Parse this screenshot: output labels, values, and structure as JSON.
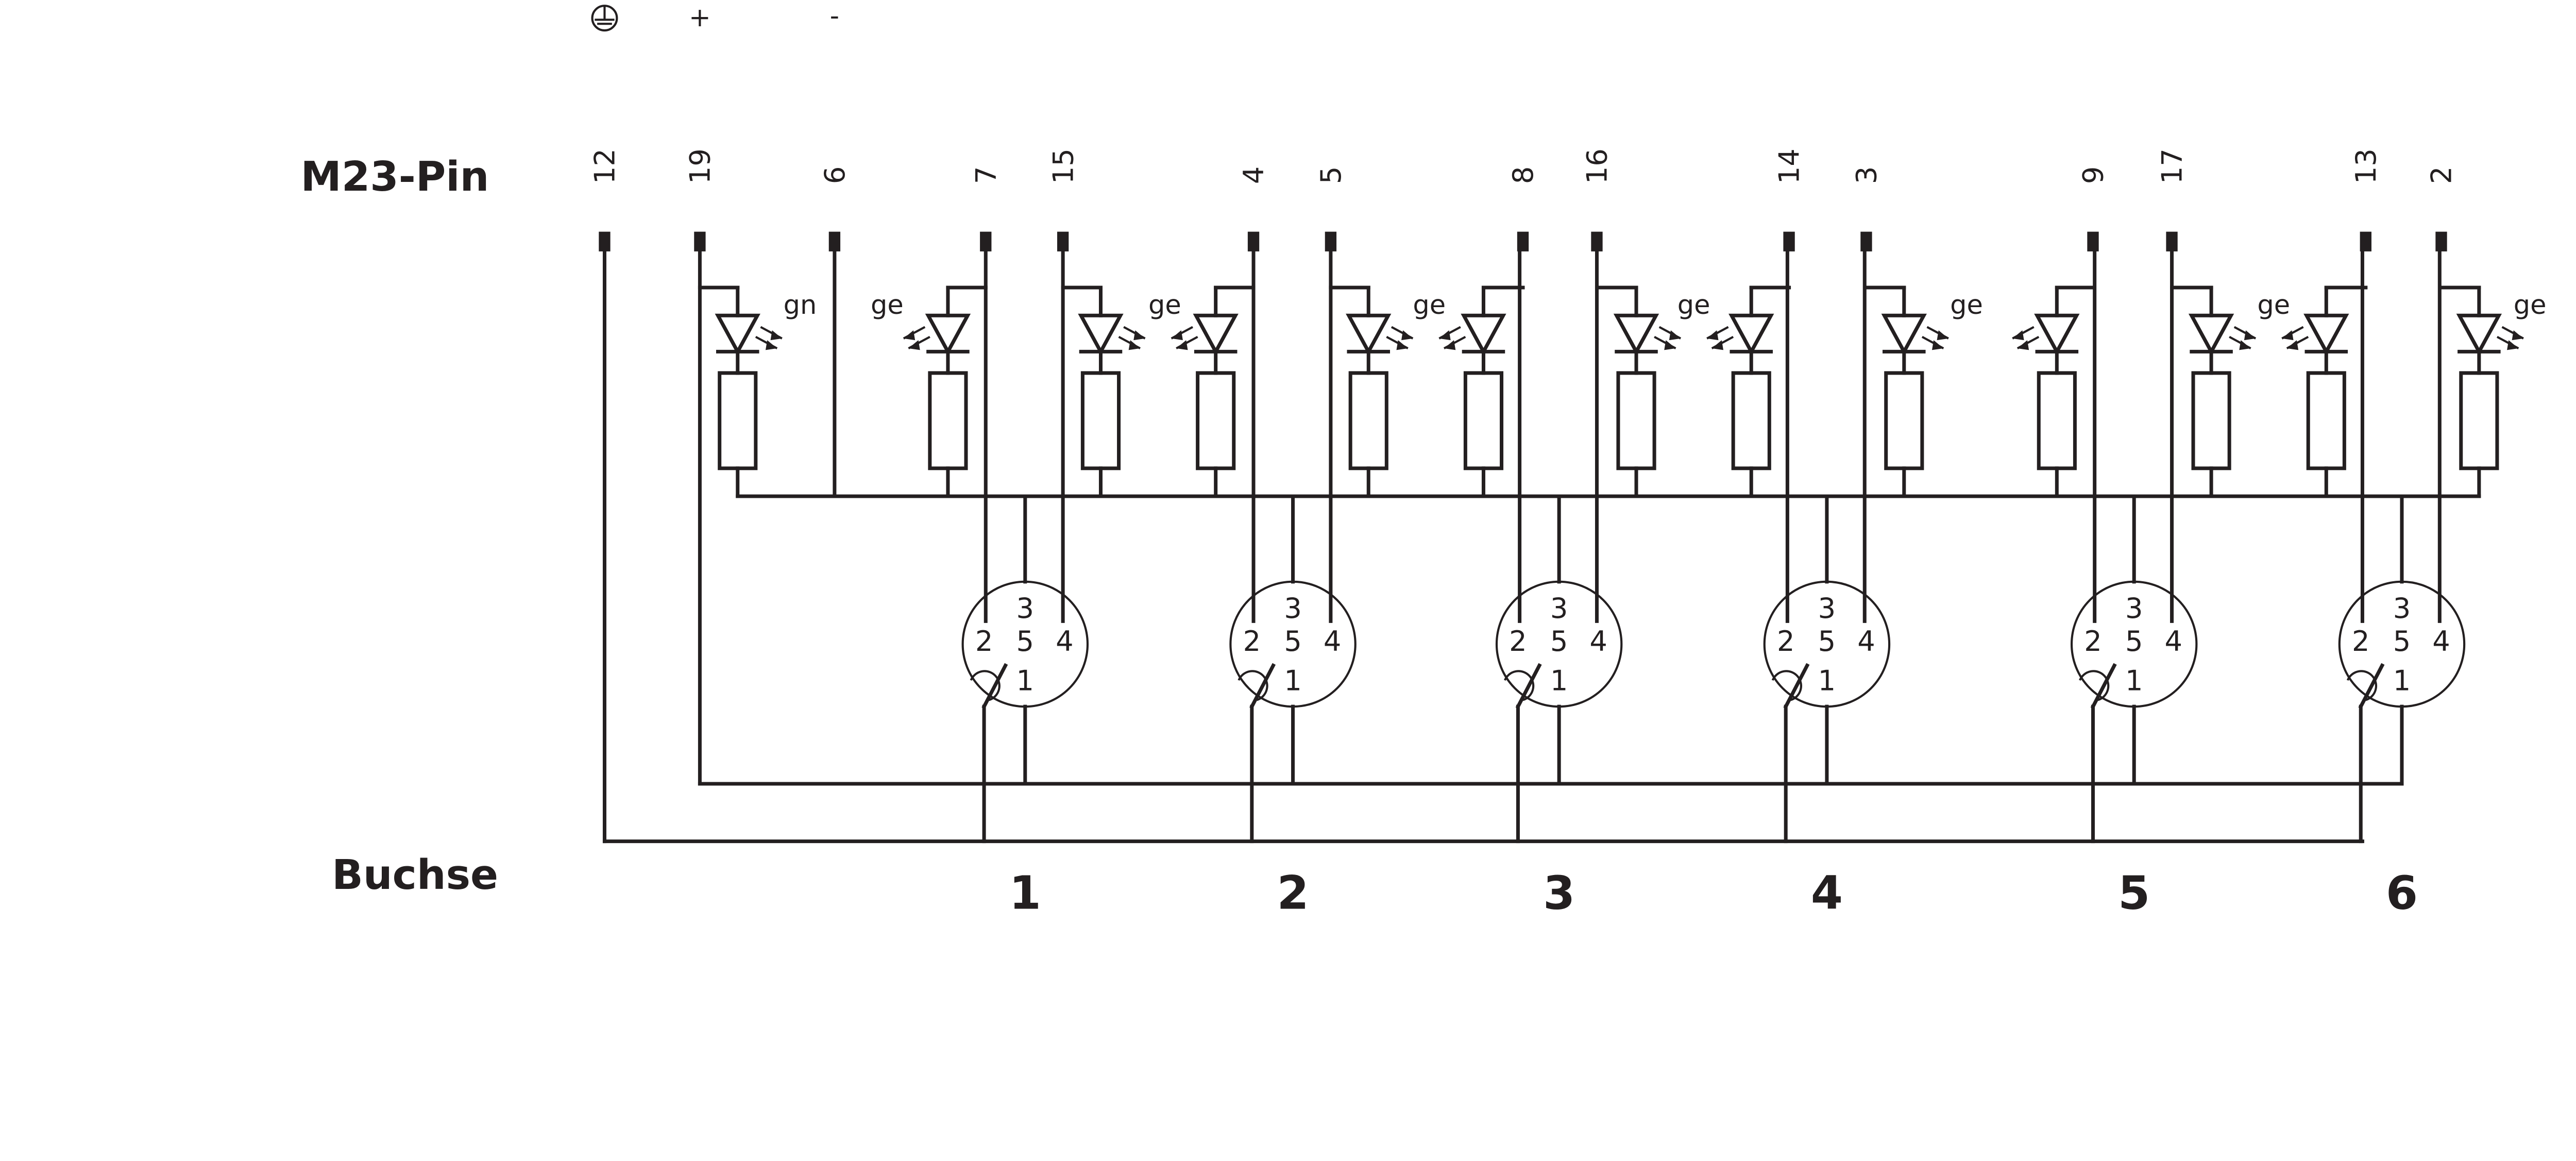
{
  "labels": {
    "m23_pin": "M23-Pin",
    "buchse": "Buchse"
  },
  "supply": {
    "ground_icon": "protective-earth-icon",
    "plus": "+",
    "minus": "-"
  },
  "m23_pins": [
    "12",
    "19",
    "6",
    "7",
    "15",
    "4",
    "5",
    "8",
    "16",
    "14",
    "3",
    "9",
    "17",
    "13",
    "2"
  ],
  "led_colors": [
    "gn",
    "ge",
    "ge",
    "ge",
    "ge",
    "ge",
    "ge",
    "ge"
  ],
  "socket_pin_numbers": [
    "3",
    "2",
    "5",
    "4",
    "1"
  ],
  "sockets": [
    "1",
    "2",
    "3",
    "4",
    "5",
    "6"
  ],
  "colors": {
    "line": "#231f20",
    "background": "#ffffff"
  }
}
